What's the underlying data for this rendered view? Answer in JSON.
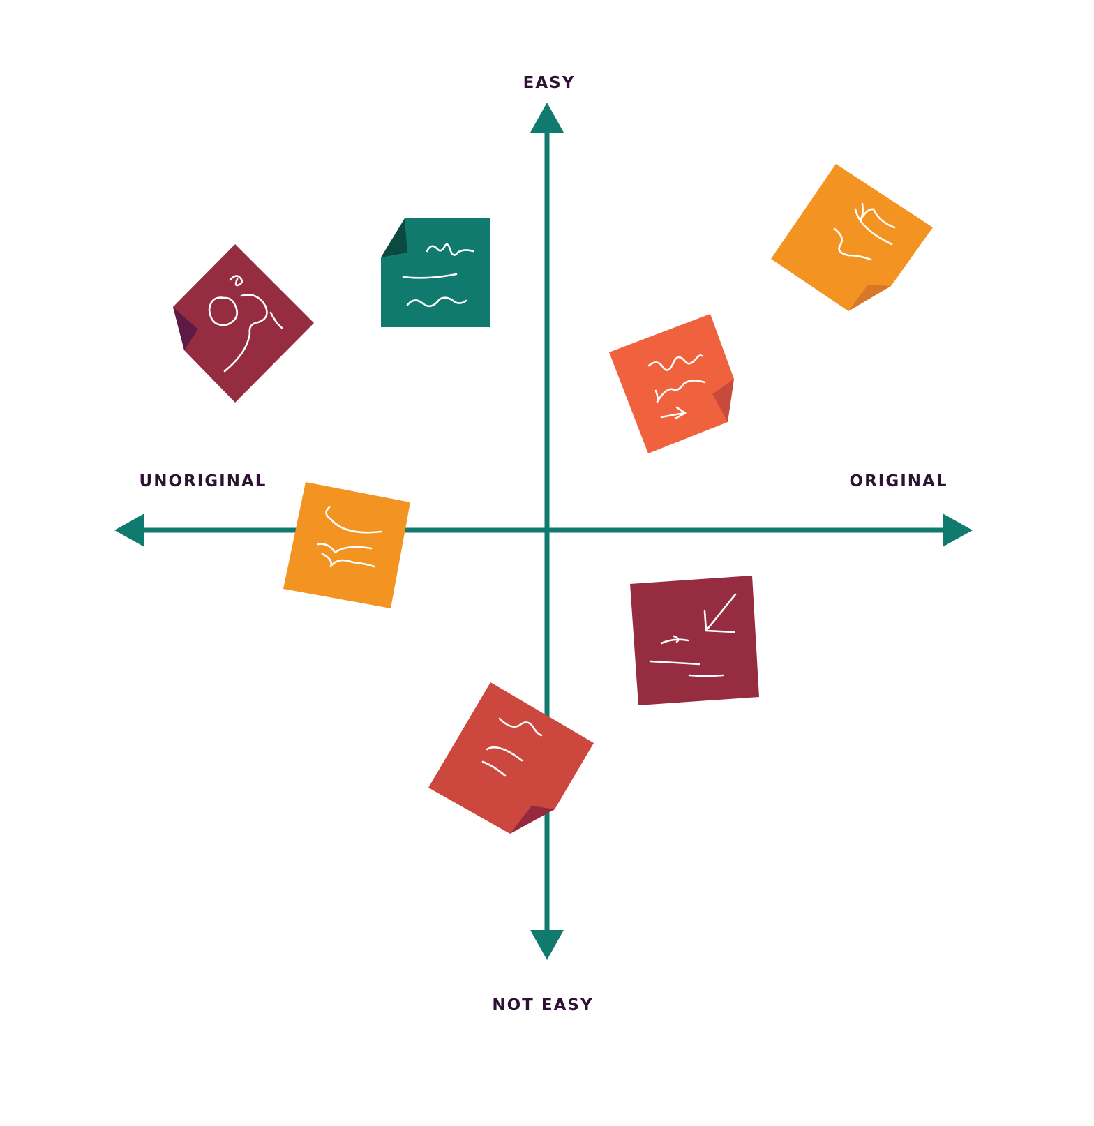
{
  "labels": {
    "top": "EASY",
    "bottom": "NOT EASY",
    "left": "UNORIGINAL",
    "right": "ORIGINAL"
  },
  "colors": {
    "axis": "#117a6f",
    "label_text": "#2d1233",
    "scribble": "#ffffff",
    "note_orange": "#f39322",
    "note_orange_fold": "#d8772a",
    "note_teal": "#117a6f",
    "note_teal_fold": "#0b4a40",
    "note_plum": "#952c40",
    "note_plum_fold": "#5e1a46",
    "note_coral": "#f0623e",
    "note_coral_fold": "#c84a3a",
    "note_brick": "#cc473e",
    "note_brick_fold": "#95283f",
    "note_wine": "#962c40"
  },
  "notes": [
    {
      "name": "sticky-note-plum-upper-left",
      "color": "plum",
      "quadrant": "easy-unoriginal",
      "curled_corner": "left"
    },
    {
      "name": "sticky-note-teal-upper-left",
      "color": "teal",
      "quadrant": "easy-unoriginal",
      "curled_corner": "top-left"
    },
    {
      "name": "sticky-note-orange-upper-right",
      "color": "orange",
      "quadrant": "easy-original",
      "curled_corner": "bottom"
    },
    {
      "name": "sticky-note-coral-upper-right",
      "color": "coral",
      "quadrant": "easy-original",
      "curled_corner": "right"
    },
    {
      "name": "sticky-note-orange-on-left-axis",
      "color": "orange",
      "quadrant": "unoriginal-axis",
      "curled_corner": "none"
    },
    {
      "name": "sticky-note-wine-lower-right",
      "color": "wine",
      "quadrant": "not-easy-original",
      "curled_corner": "none"
    },
    {
      "name": "sticky-note-brick-on-bottom-axis",
      "color": "brick",
      "quadrant": "not-easy-axis",
      "curled_corner": "bottom"
    }
  ]
}
